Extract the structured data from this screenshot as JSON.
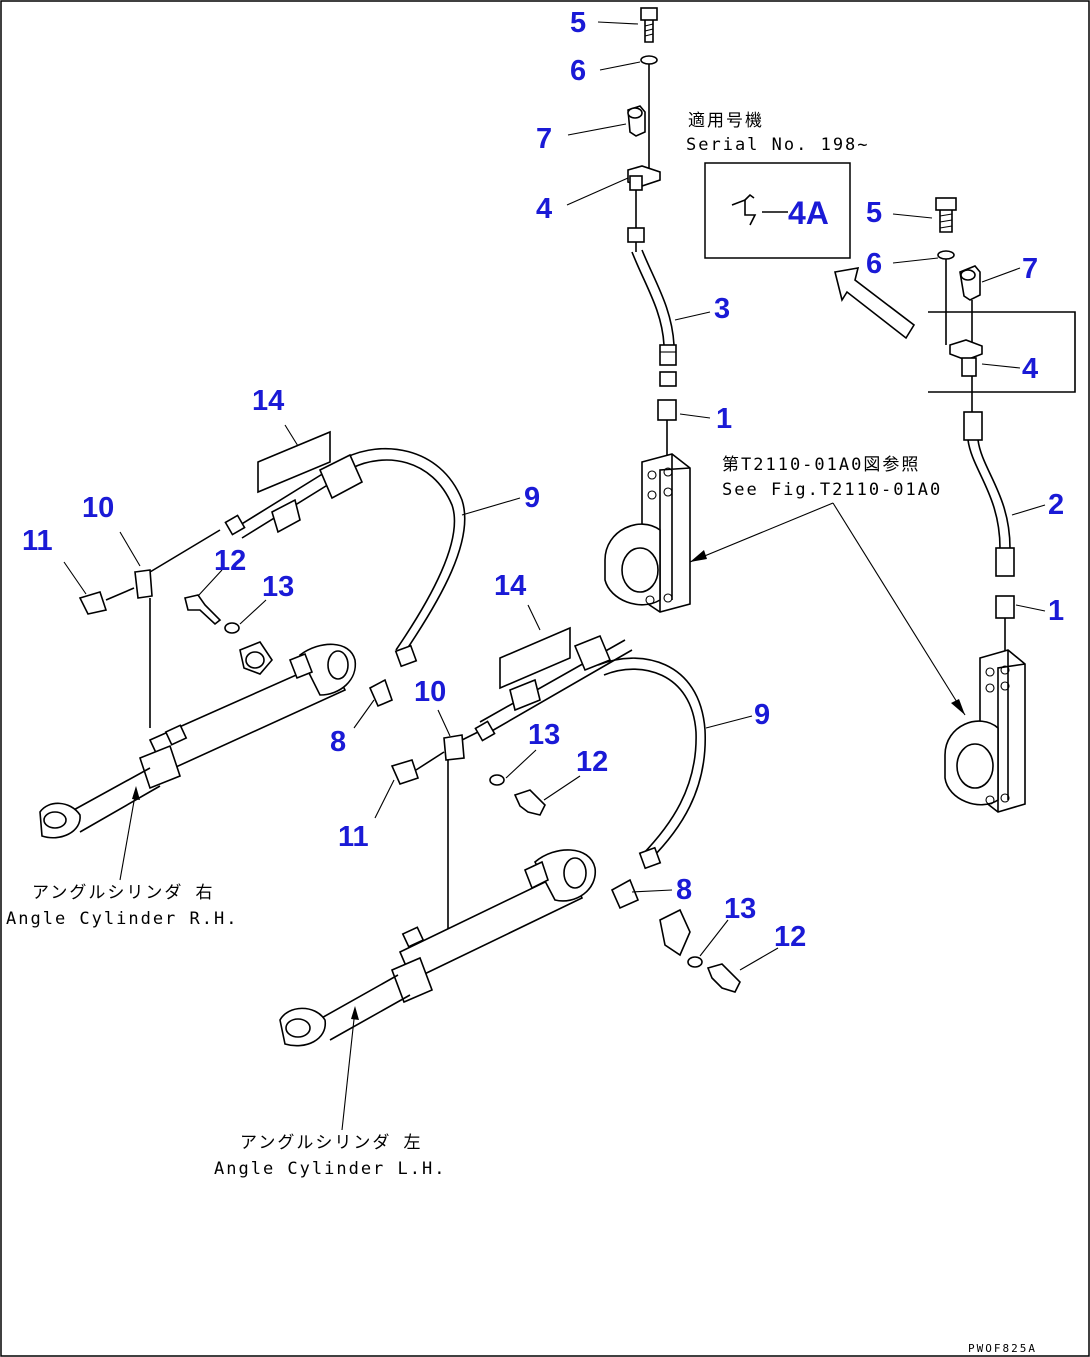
{
  "callouts": {
    "c5_top": "5",
    "c6_top": "6",
    "c7_top": "7",
    "c4_top": "4",
    "c3": "3",
    "c1_mid": "1",
    "c4a": "4A",
    "c5_right": "5",
    "c6_right": "6",
    "c7_right": "7",
    "c4_right": "4",
    "c2": "2",
    "c1_right": "1",
    "c14_left": "14",
    "c10_left": "10",
    "c11_left": "11",
    "c12_left": "12",
    "c13_left": "13",
    "c9_left": "9",
    "c8_left": "8",
    "c14_right": "14",
    "c10_right": "10",
    "c13_right": "13",
    "c12_right": "12",
    "c11_right": "11",
    "c9_right": "9",
    "c8_right": "8",
    "c13_lower": "13",
    "c12_lower": "12"
  },
  "notes": {
    "serial_jp": "適用号機",
    "serial_en": "Serial No. 198~",
    "seefig_jp": "第T2110-01A0図参照",
    "seefig_en": "See Fig.T2110-01A0",
    "cyl_rh_jp": "アングルシリンダ 右",
    "cyl_rh_en": "Angle Cylinder R.H.",
    "cyl_lh_jp": "アングルシリンダ 左",
    "cyl_lh_en": "Angle Cylinder L.H.",
    "drawing_code": "PWOF825A"
  }
}
